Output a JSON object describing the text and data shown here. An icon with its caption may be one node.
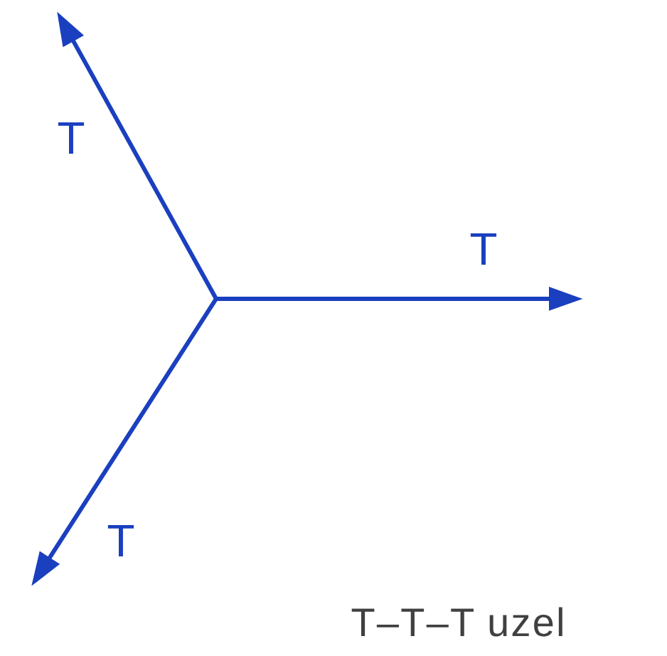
{
  "diagram": {
    "caption": "T–T–T  uzel",
    "labels": [
      "T",
      "T",
      "T"
    ]
  }
}
